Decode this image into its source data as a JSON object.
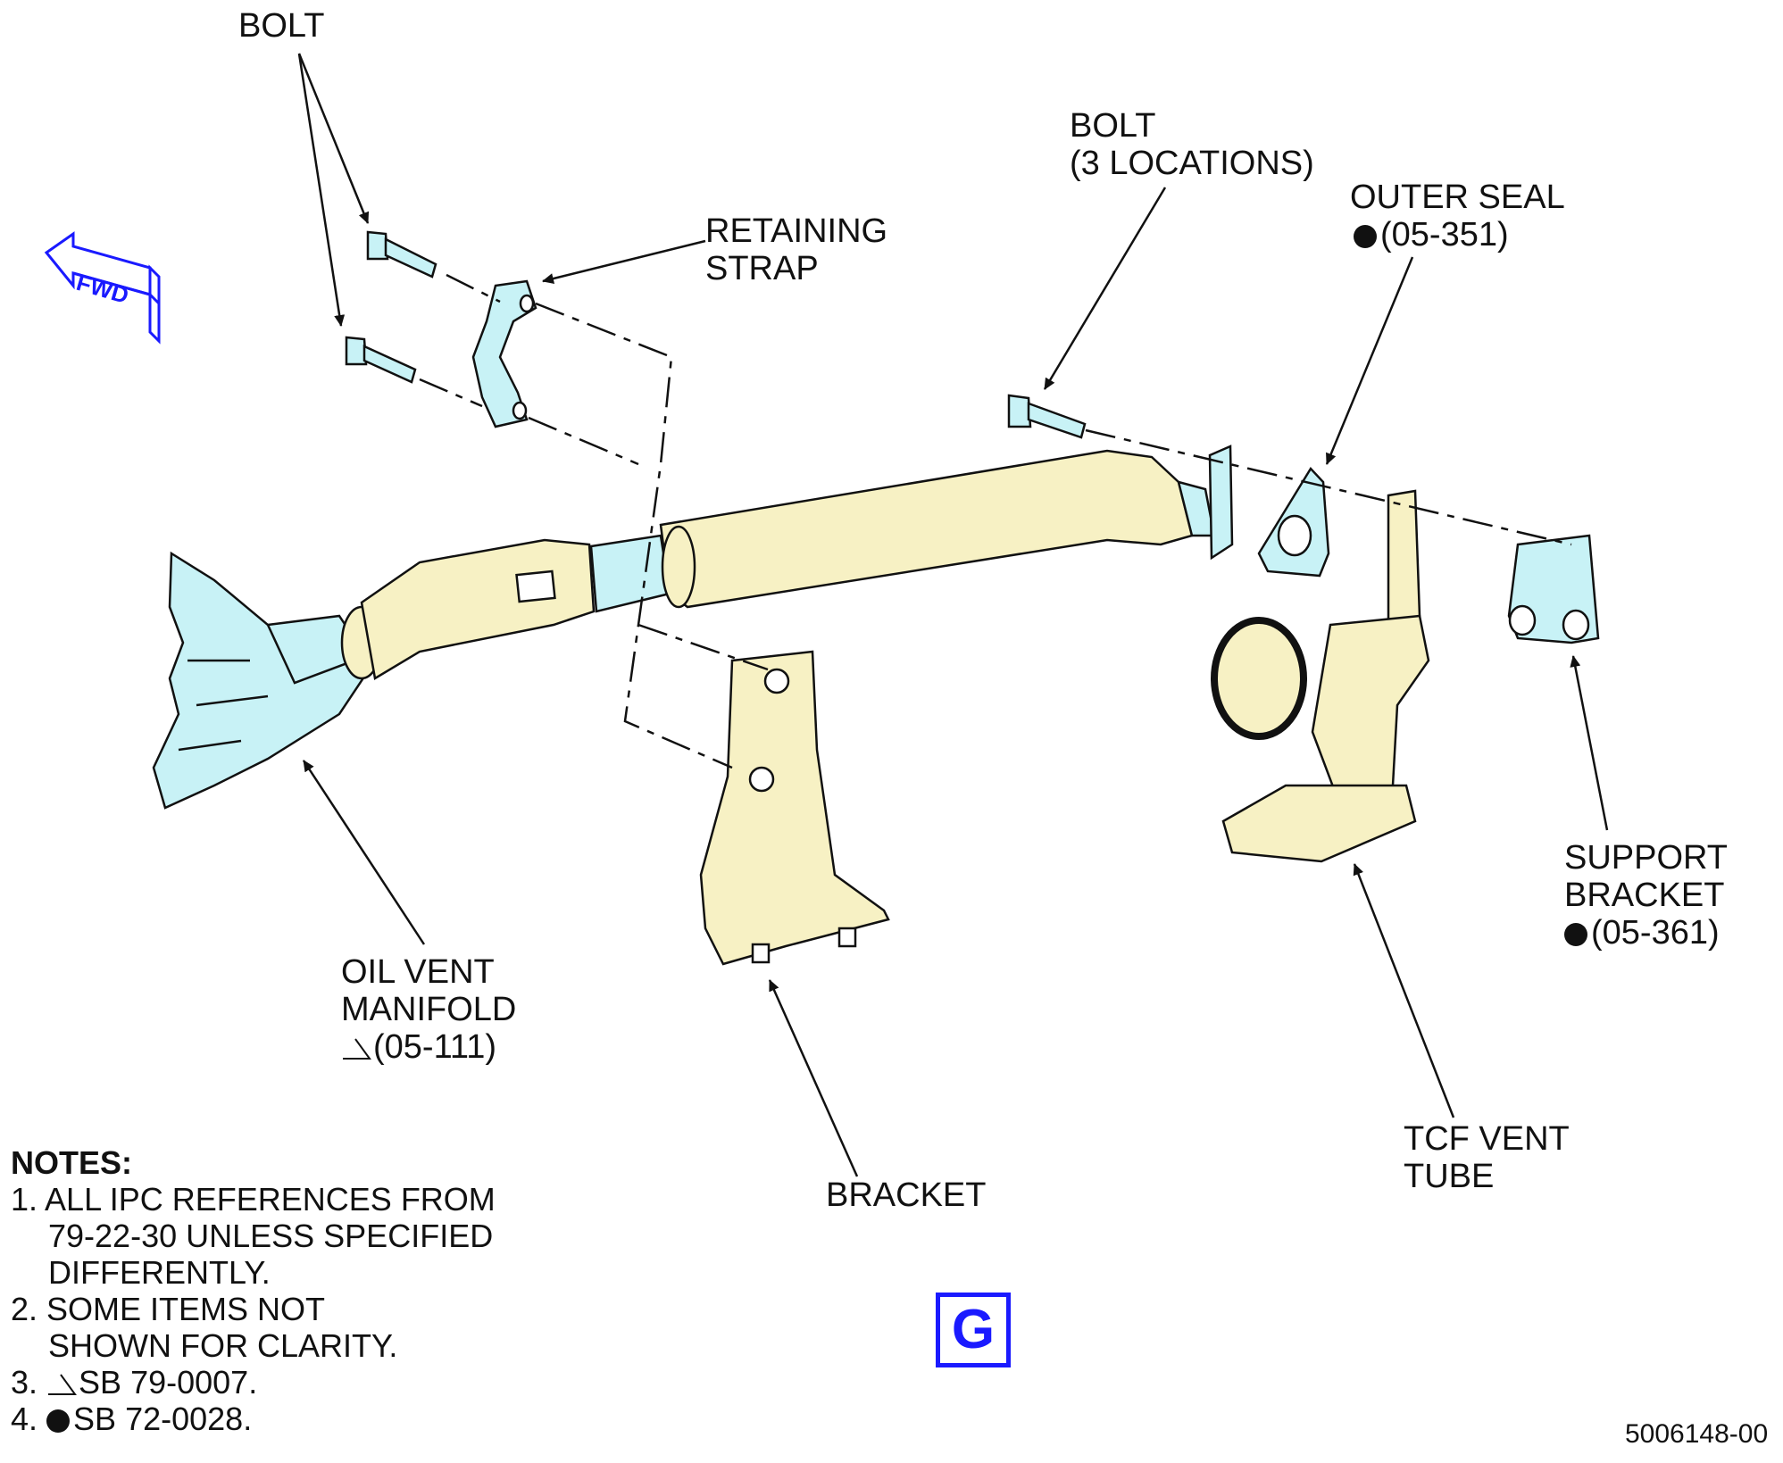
{
  "callouts": {
    "bolt_top": "BOLT",
    "retaining_strap": [
      "RETAINING",
      "STRAP"
    ],
    "bolt_three": [
      "BOLT",
      "(3 LOCATIONS)"
    ],
    "outer_seal": [
      "OUTER SEAL",
      "(05-351)"
    ],
    "oil_vent_manifold": [
      "OIL VENT",
      "MANIFOLD",
      "(05-111)"
    ],
    "bracket": "BRACKET",
    "tcf_vent_tube": [
      "TCF VENT",
      "TUBE"
    ],
    "support_bracket": [
      "SUPPORT",
      "BRACKET",
      "(05-361)"
    ]
  },
  "fwd_arrow": "FWD",
  "notes": {
    "title": "NOTES:",
    "items": [
      [
        "1. ALL IPC REFERENCES FROM",
        "79-22-30 UNLESS SPECIFIED",
        "DIFFERENTLY."
      ],
      [
        "2. SOME ITEMS NOT",
        "SHOWN FOR CLARITY."
      ],
      [
        "3.",
        "SB 79-0007."
      ],
      [
        "4.",
        "SB 72-0028."
      ]
    ]
  },
  "sheet_letter": "G",
  "figure_number": "5006148-00",
  "colors": {
    "part_blue": "#c8f2f6",
    "part_yellow": "#f7f1c4",
    "outline": "#111111",
    "fwd_blue": "#1a1aff"
  }
}
